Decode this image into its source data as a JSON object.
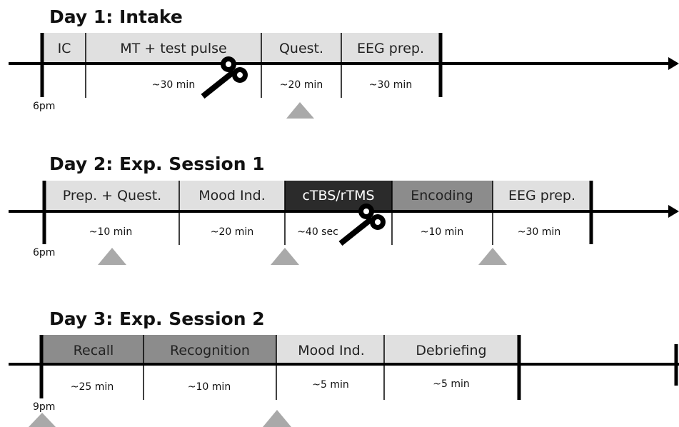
{
  "days": [
    {
      "title": "Day 1: Intake",
      "start": "6pm",
      "blocks": [
        {
          "label": "IC",
          "duration": "",
          "shade": "light"
        },
        {
          "label": "MT + test pulse",
          "duration": "~30 min",
          "shade": "light"
        },
        {
          "label": "Quest.",
          "duration": "~20 min",
          "shade": "light"
        },
        {
          "label": "EEG prep.",
          "duration": "~30 min",
          "shade": "light"
        }
      ]
    },
    {
      "title": "Day 2: Exp. Session 1",
      "start": "6pm",
      "blocks": [
        {
          "label": "Prep. + Quest.",
          "duration": "~10 min",
          "shade": "light"
        },
        {
          "label": "Mood Ind.",
          "duration": "~20 min",
          "shade": "light"
        },
        {
          "label": "cTBS/rTMS",
          "duration": "~40 sec",
          "shade": "dark"
        },
        {
          "label": "Encoding",
          "duration": "~10 min",
          "shade": "medium"
        },
        {
          "label": "EEG prep.",
          "duration": "~30 min",
          "shade": "light"
        }
      ]
    },
    {
      "title": "Day 3: Exp. Session 2",
      "start": "9pm",
      "blocks": [
        {
          "label": "Recall",
          "duration": "~25 min",
          "shade": "medium"
        },
        {
          "label": "Recognition",
          "duration": "~10 min",
          "shade": "medium"
        },
        {
          "label": "Mood Ind.",
          "duration": "~5 min",
          "shade": "light"
        },
        {
          "label": "Debriefing",
          "duration": "~5 min",
          "shade": "light"
        }
      ]
    }
  ],
  "colors": {
    "light": "#e0e0e0",
    "medium": "#8c8c8c",
    "dark": "#2b2b2b",
    "marker": "#a9a9a9",
    "line": "#000000"
  },
  "icons": {
    "tms_coil": "tms-coil-icon",
    "marker": "triangle-marker-icon"
  }
}
